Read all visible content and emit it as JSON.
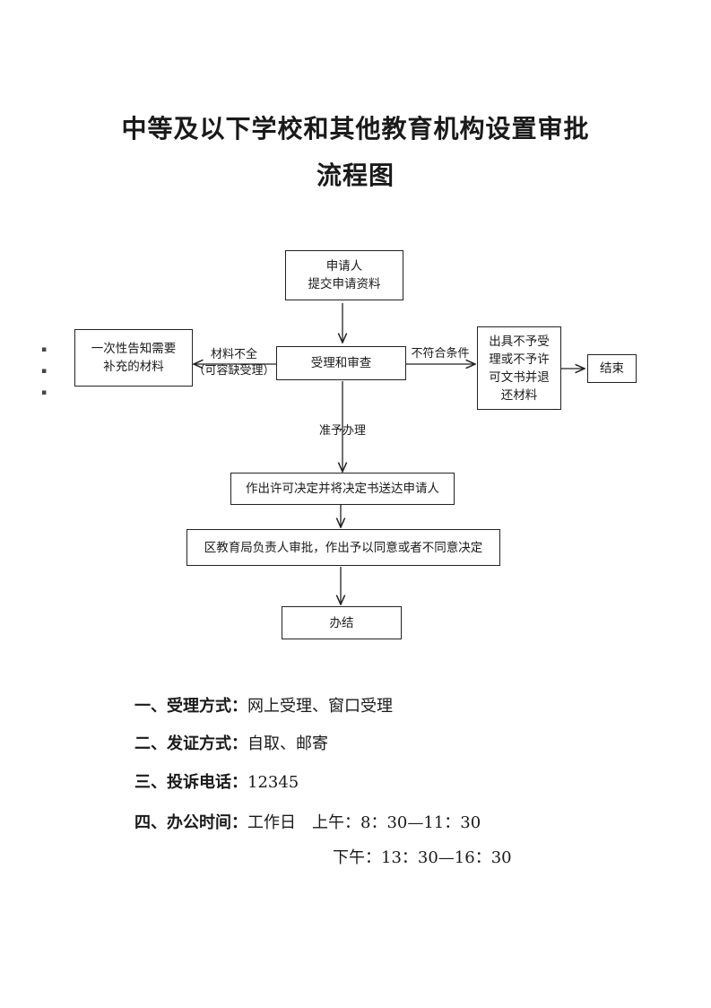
{
  "title": {
    "line1": "中等及以下学校和其他教育机构设置审批",
    "line2": "流程图"
  },
  "flowchart": {
    "applicant": {
      "line1": "申请人",
      "line2": "提交申请资料"
    },
    "review": "受理和审查",
    "supplement": {
      "line1": "一次性告知需要",
      "line2": "补充的材料"
    },
    "incomplete_label": {
      "line1": "材料不全",
      "line2": "（可容缺受理）"
    },
    "not_meet_label": "不符合条件",
    "reject": {
      "line1": "出具不予受",
      "line2": "理或不予许",
      "line3": "可文书并退",
      "line4": "还材料"
    },
    "end": "结束",
    "approve_label": "准予办理",
    "decision": "作出许可决定并将决定书送达申请人",
    "bureau": "区教育局负责人审批，作出予以同意或者不同意决定",
    "done": "办结"
  },
  "info": [
    {
      "key": "一、受理方式：",
      "value": "网上受理、窗口受理"
    },
    {
      "key": "二、发证方式：",
      "value": "自取、邮寄"
    },
    {
      "key": "三、投诉电话：",
      "value": "12345"
    },
    {
      "key": "四、办公时间：",
      "value": "工作日　上午：8：30—11：30"
    }
  ],
  "office_hours_pm": "下午：13：30—16：30"
}
